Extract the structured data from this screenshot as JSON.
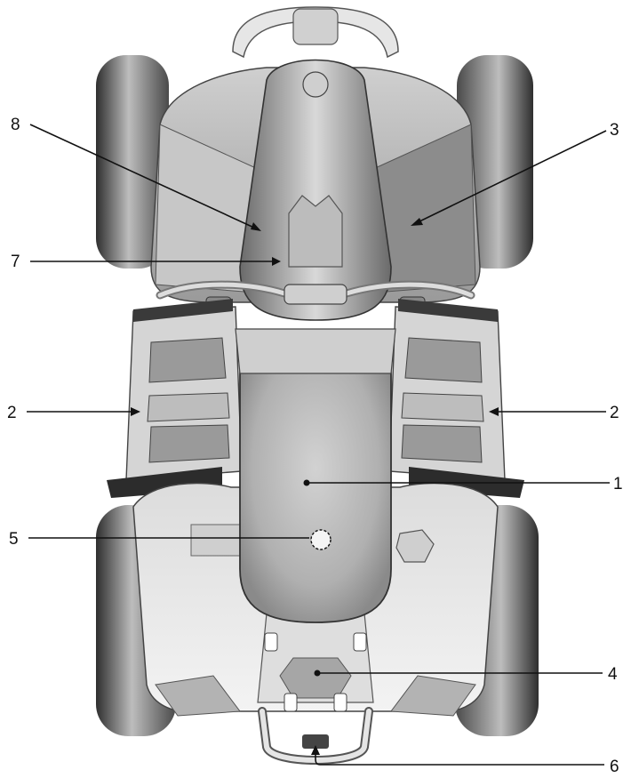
{
  "diagram": {
    "callouts": [
      {
        "id": "callout-1",
        "number": "1"
      },
      {
        "id": "callout-2-left",
        "number": "2"
      },
      {
        "id": "callout-2-right",
        "number": "2"
      },
      {
        "id": "callout-3",
        "number": "3"
      },
      {
        "id": "callout-4",
        "number": "4"
      },
      {
        "id": "callout-5",
        "number": "5"
      },
      {
        "id": "callout-6",
        "number": "6"
      },
      {
        "id": "callout-7",
        "number": "7"
      },
      {
        "id": "callout-8",
        "number": "8"
      }
    ],
    "colors": {
      "tire_dark": "#3a3a3a",
      "tire_light": "#d8d8d8",
      "body_light": "#e8e8e8",
      "body_mid": "#bdbdbd",
      "body_dark": "#5a5a5a",
      "line": "#111111"
    }
  }
}
